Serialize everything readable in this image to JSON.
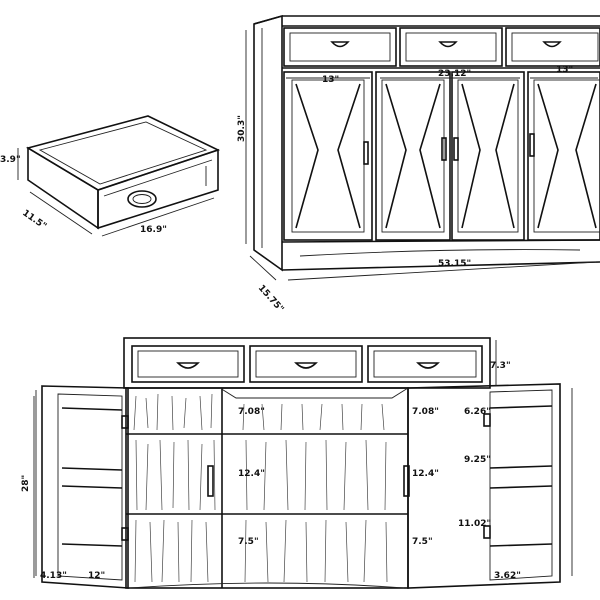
{
  "drawer_dims": {
    "height": "3.9\"",
    "depth": "11.5\"",
    "width": "16.9\""
  },
  "front_dims": {
    "height": "30.3\"",
    "depth": "15.75\"",
    "width": "53.15\"",
    "door_left": "13\"",
    "door_middle": "23.12\"",
    "door_right": "13\""
  },
  "interior_dims": {
    "overall_height": "28\"",
    "drawer_height": "7.3\"",
    "left_shelf_top": "7.08\"",
    "left_shelf_mid": "12.4\"",
    "left_shelf_bottom": "7.5\"",
    "right_shelf_top": "7.08\"",
    "right_shelf_mid": "12.4\"",
    "right_shelf_bottom": "7.5\"",
    "door_shelf_top": "6.26\"",
    "door_shelf_mid": "9.25\"",
    "door_shelf_bottom": "11.02\"",
    "left_door_depth": "4.13\"",
    "left_door_width": "12\"",
    "right_door_depth": "3.62\""
  }
}
